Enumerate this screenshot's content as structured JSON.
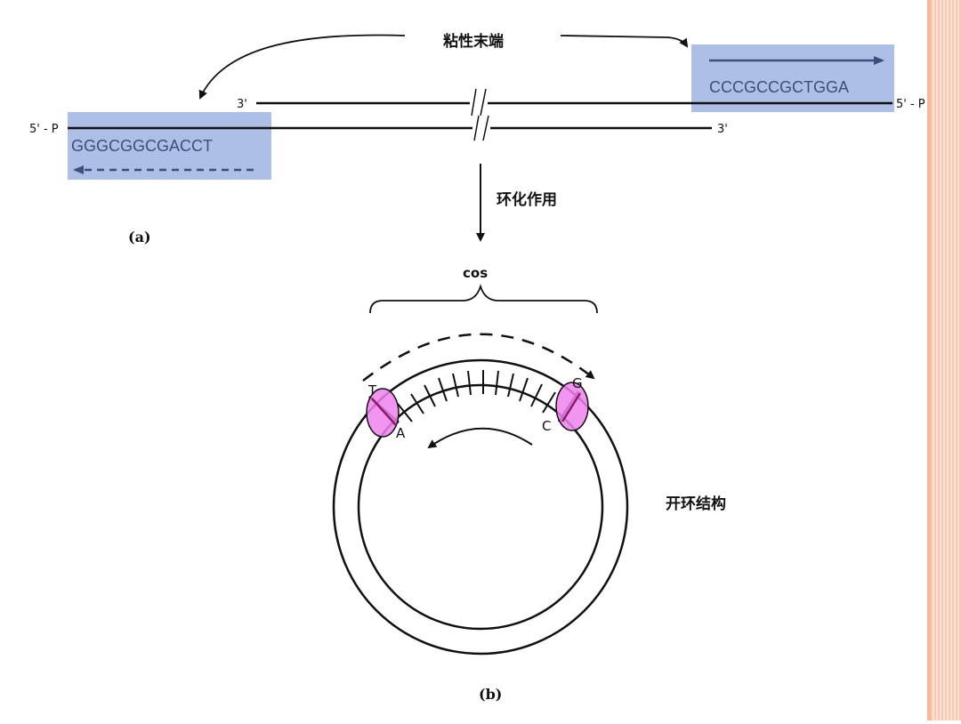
{
  "labels": {
    "sticky_ends": "粘性末端",
    "circularization": "环化作用",
    "open_circle": "开环结构",
    "cos": "cos",
    "panel_a": "(a)",
    "panel_b": "(b)"
  },
  "strands": {
    "top_right_seq": "CCCGCCGCTGGA",
    "bottom_left_seq": "GGGCGGCGACCT",
    "top_left_end": "3'",
    "top_right_end": "5' - P",
    "bottom_left_end": "5' - P",
    "bottom_right_end": "3'"
  },
  "bases": {
    "outer_left": "T",
    "inner_left": "A",
    "inner_right": "C",
    "outer_right": "G"
  },
  "colors": {
    "highlight_box": "#aebfe6",
    "sequence_text": "#3b4f7a",
    "magenta_ellipse": "#ee82ee",
    "side_border": "#f7c9b3"
  }
}
